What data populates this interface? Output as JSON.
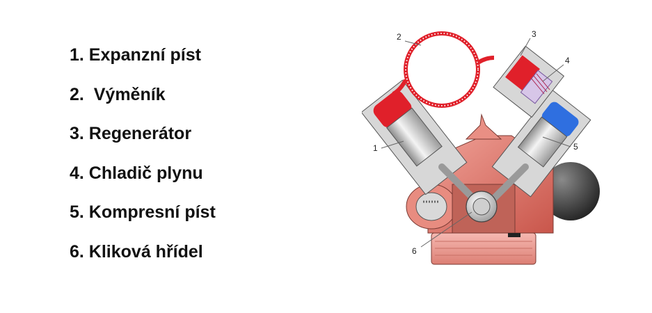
{
  "legend": {
    "items": [
      "1. Expanzní píst",
      "2.  Výměník",
      "3. Regenerátor",
      "4. Chladič plynu",
      "5. Kompresní píst",
      "6. Kliková hřídel"
    ]
  },
  "diagram": {
    "callouts": [
      "1",
      "2",
      "3",
      "4",
      "5",
      "6"
    ],
    "colors": {
      "hot_gas": "#e0202a",
      "cold_gas": "#2f6fe0",
      "engine_body": "#e07d72",
      "oil_pan": "#f0a49c",
      "housing": "#d6d6d6",
      "flywheel": "#3c3c3c"
    }
  }
}
